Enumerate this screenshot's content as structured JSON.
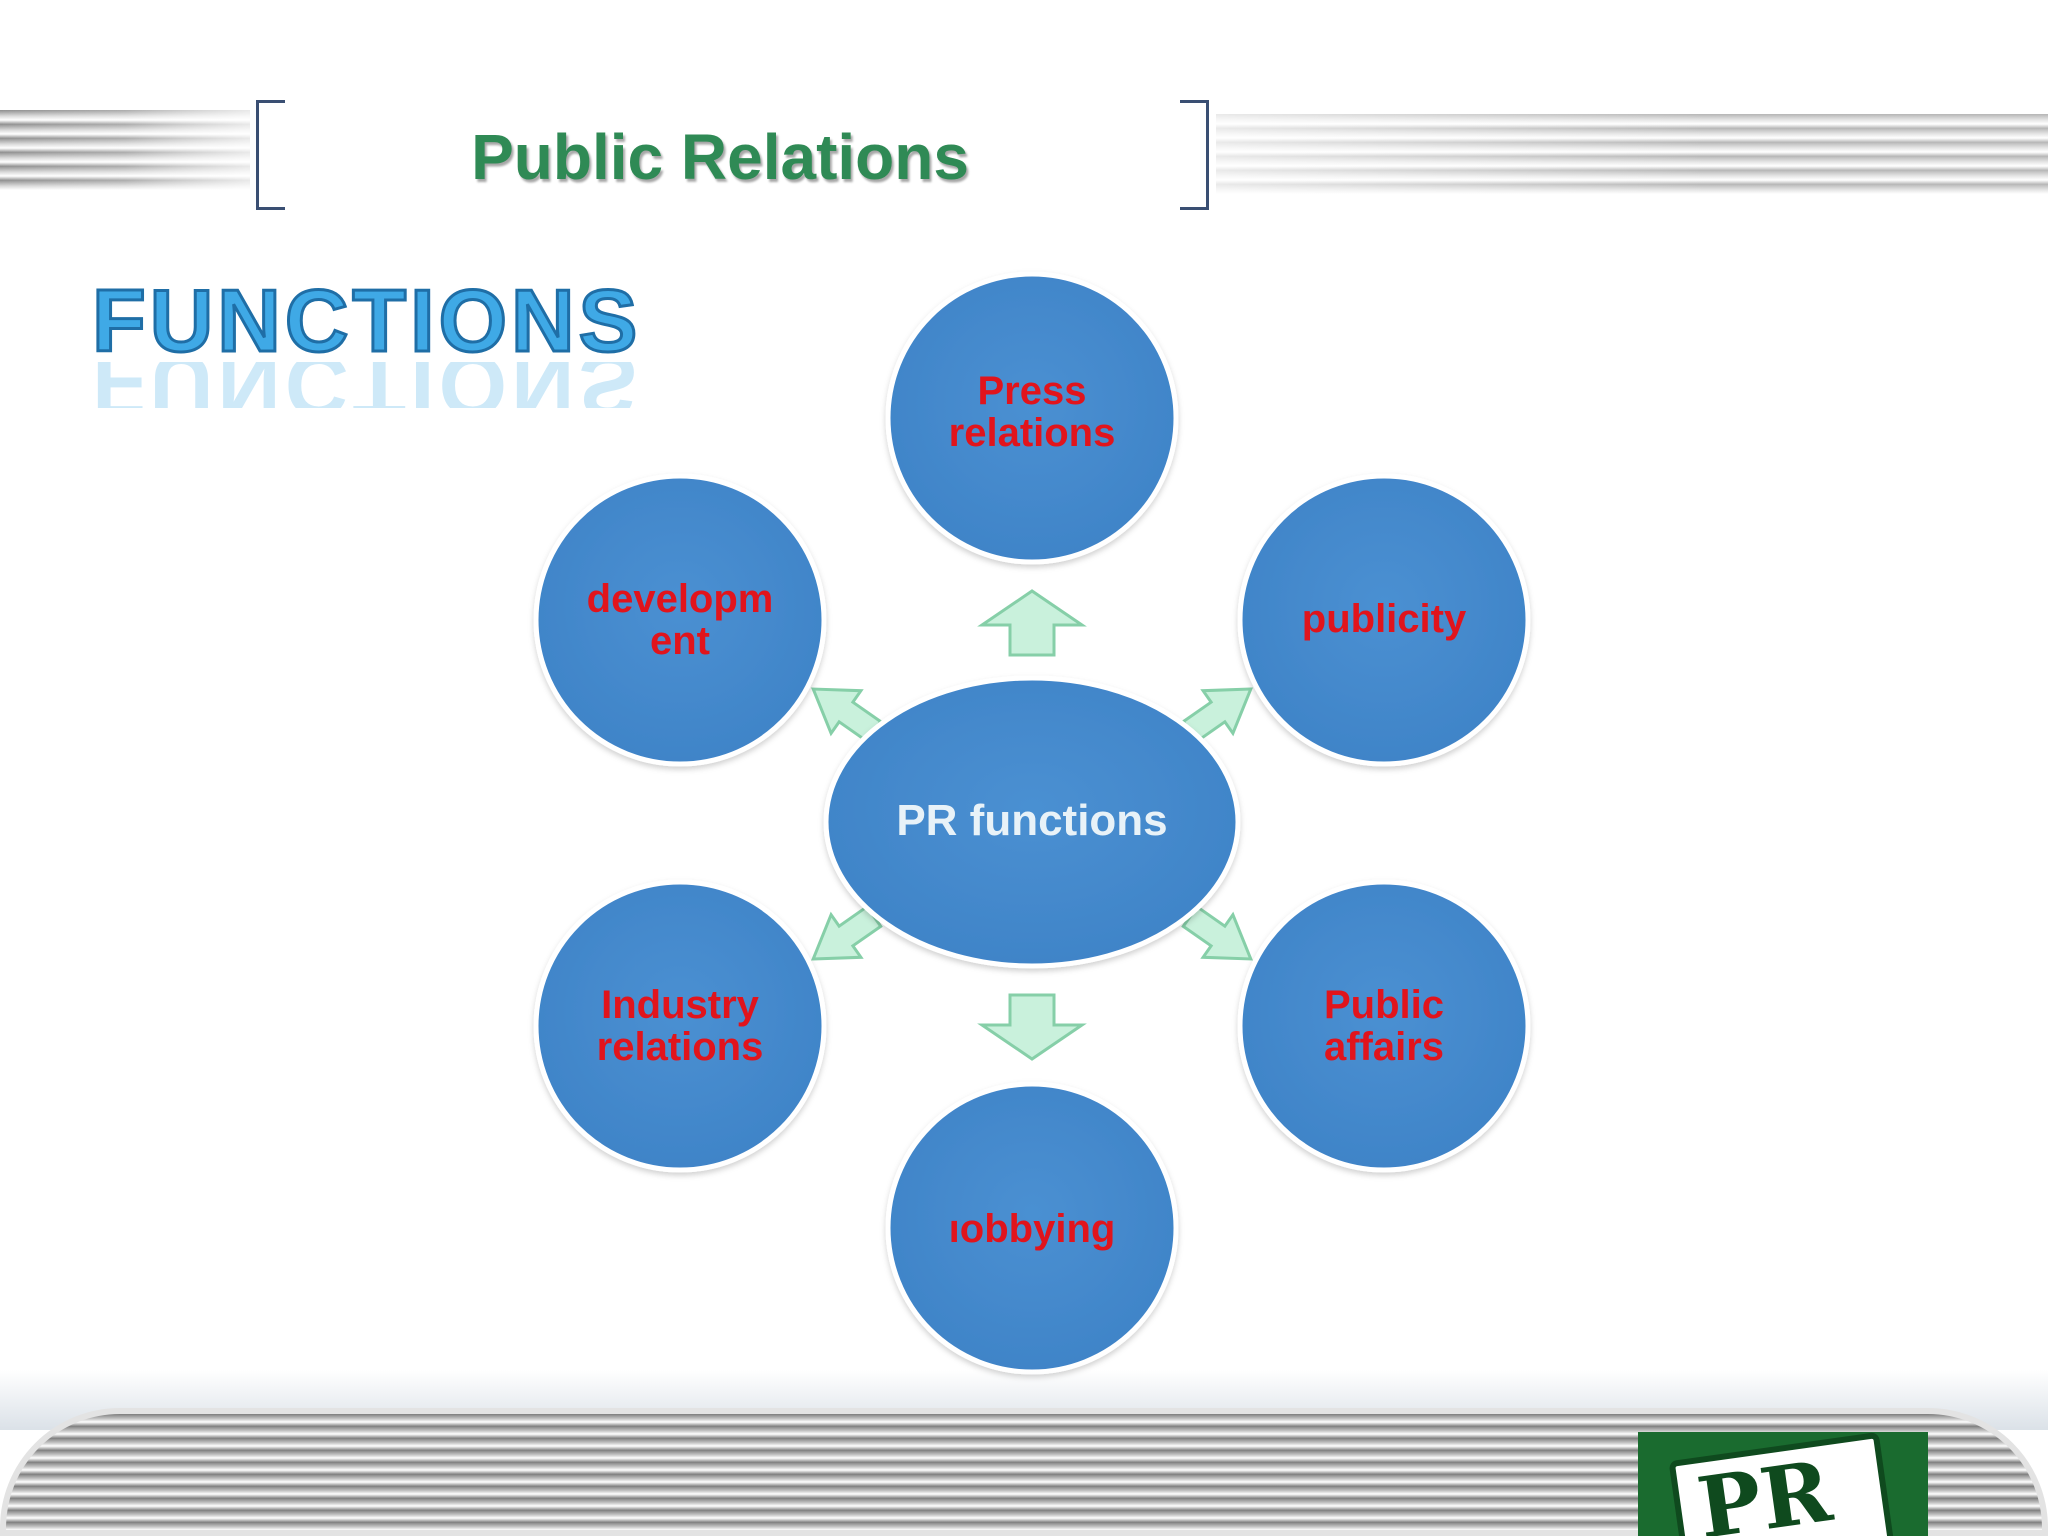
{
  "header": {
    "title": "Public Relations"
  },
  "heading": "FUNCTIONS",
  "diagram": {
    "center": "PR functions",
    "nodes": {
      "top": [
        "Press",
        "relations"
      ],
      "upper_right": [
        "publicity"
      ],
      "lower_right": [
        "Public",
        "affairs"
      ],
      "bottom": [
        "ıobbying"
      ],
      "lower_left": [
        "Industry",
        "relations"
      ],
      "upper_left": [
        "developm",
        "ent"
      ]
    }
  },
  "logo": {
    "text": "PR"
  },
  "colors": {
    "node_fill": "#4489cc",
    "node_text": "#e1141c",
    "center_text": "#e8f2f8",
    "arrow_fill": "#c9f1dc",
    "title_green": "#2f8a55",
    "heading_blue": "#3fa9e6"
  }
}
